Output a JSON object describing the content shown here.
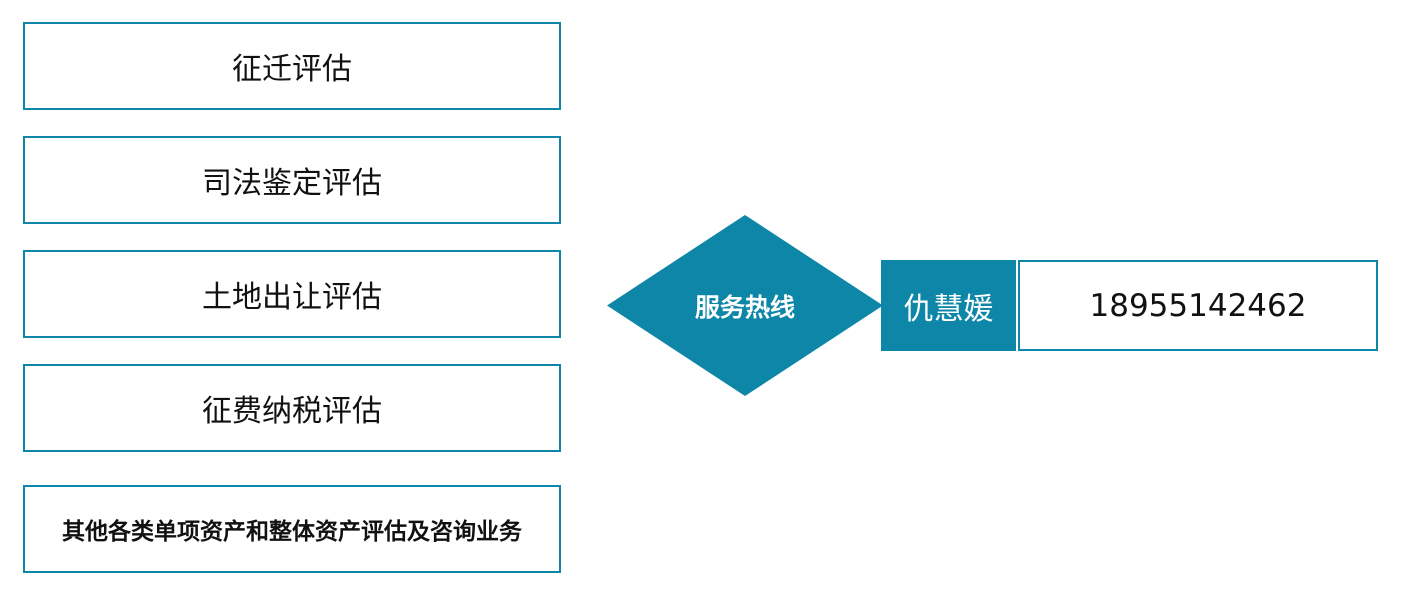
{
  "services": [
    {
      "label": "征迁评估"
    },
    {
      "label": "司法鉴定评估"
    },
    {
      "label": "土地出让评估"
    },
    {
      "label": "征费纳税评估"
    },
    {
      "label": "其他各类单项资产和整体资产评估及咨询业务"
    }
  ],
  "hotline": {
    "label": "服务热线",
    "contact_name": "仇慧媛",
    "phone": "18955142462"
  },
  "colors": {
    "accent": "#0e86a8",
    "text": "#111111",
    "background": "#ffffff"
  }
}
